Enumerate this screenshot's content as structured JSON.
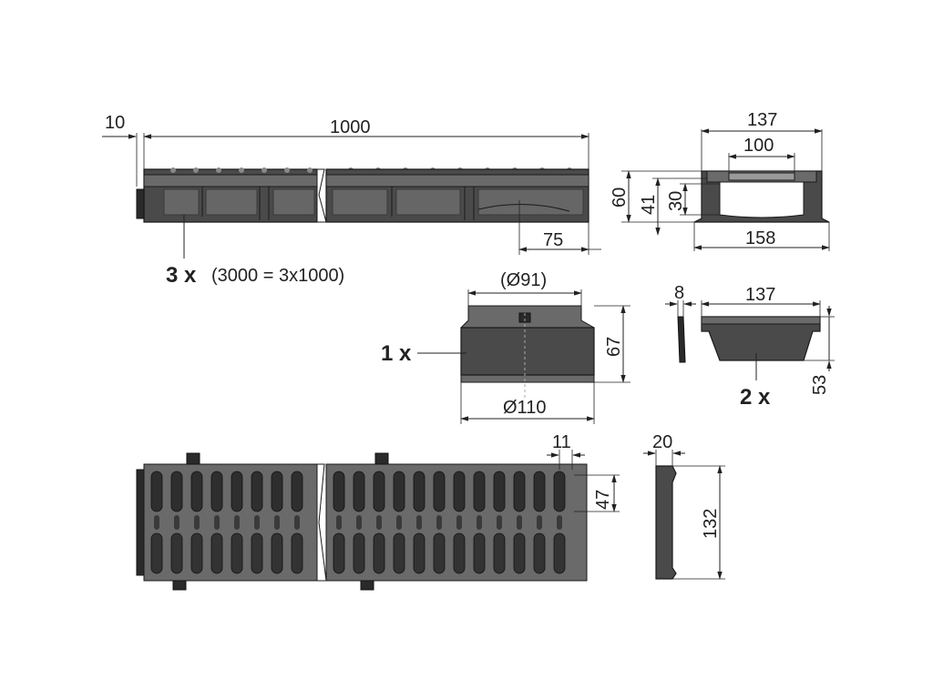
{
  "dimensions": {
    "channel_gap": "10",
    "channel_length": "1000",
    "channel_end": "75",
    "profile_top": "137",
    "profile_inner": "100",
    "profile_h1": "60",
    "profile_h2": "41",
    "profile_h3": "30",
    "profile_base": "158",
    "outlet_top": "(Ø91)",
    "outlet_height": "67",
    "outlet_bottom": "Ø110",
    "endcap_thick": "8",
    "endcap_width": "137",
    "endcap_height": "53",
    "grate_slot": "11",
    "grate_pitch": "47",
    "grate_thick": "20",
    "grate_width": "132"
  },
  "labels": {
    "channel_qty": "3 x",
    "channel_note": "(3000 = 3x1000)",
    "outlet_qty": "1 x",
    "endcap_qty": "2 x"
  },
  "colors": {
    "line": "#222222",
    "body": "#4a4a4a",
    "dark": "#2a2a2a",
    "grate": "#6a6a6a"
  }
}
